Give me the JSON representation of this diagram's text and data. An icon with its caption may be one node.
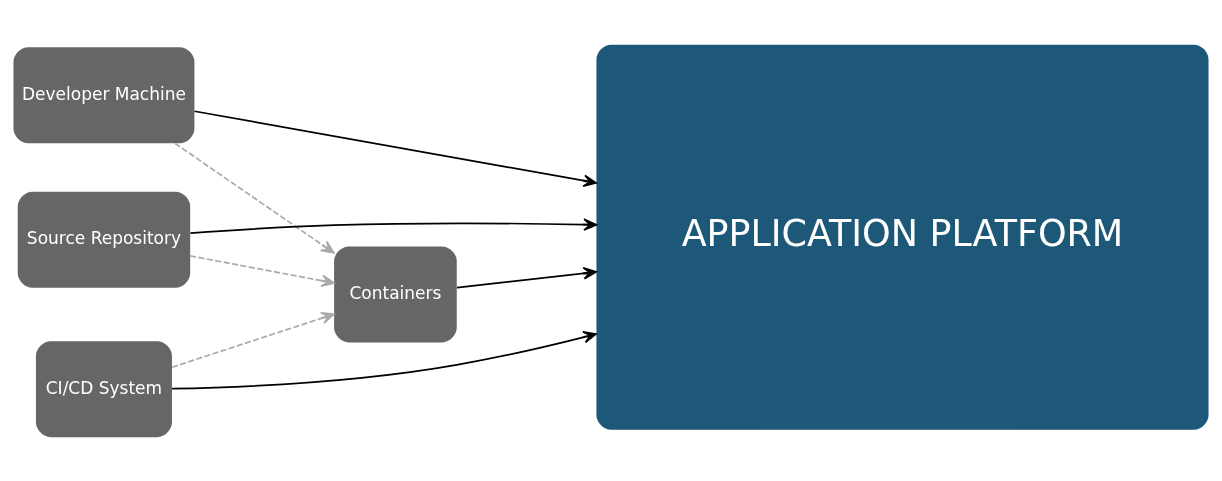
{
  "diagram": {
    "nodes": [
      {
        "text": [
          "Developer Machine"
        ]
      },
      {
        "text": [
          "Source Repository"
        ]
      },
      {
        "text": [
          "CI/CD System"
        ]
      },
      {
        "text": [
          "Containers"
        ]
      },
      {
        "text": [
          "APPLICATION PLATFORM"
        ]
      }
    ],
    "edges": [
      {
        "from": 0,
        "to": 4,
        "arrow": "to"
      },
      {
        "from": 1,
        "to": 4,
        "arrow": "to"
      },
      {
        "from": 3,
        "to": 4,
        "arrow": "to"
      },
      {
        "from": 2,
        "to": 4,
        "arrow": "to"
      },
      {
        "from": 0,
        "to": 3,
        "arrow": "to",
        "style": "dashed",
        "color": "#aaaaaa"
      },
      {
        "from": 1,
        "to": 3,
        "arrow": "to",
        "style": "dashed",
        "color": "#aaaaaa"
      },
      {
        "from": 2,
        "to": 3,
        "arrow": "to",
        "style": "dashed",
        "color": "#aaaaaa"
      }
    ]
  }
}
